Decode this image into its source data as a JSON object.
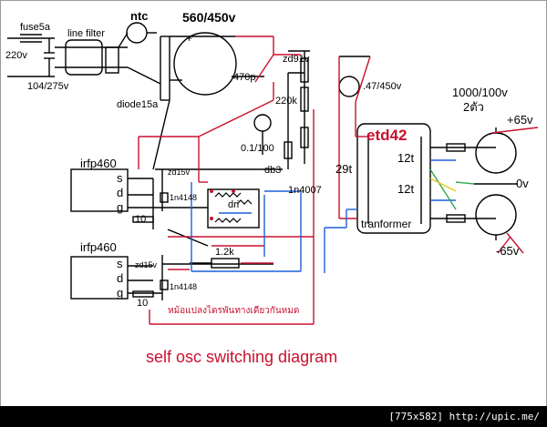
{
  "labels": {
    "fuse": "fuse5a",
    "line_voltage": "220v",
    "line_filter": "line filter",
    "ntc": "ntc",
    "main_cap": "560/450v",
    "cap_plus": "+",
    "x_cap": "104/275v",
    "diode": "diode15a",
    "cap_470p": "470p",
    "zener_91": "zd91v",
    "res_220k": "220k",
    "cap_047": ".47/450v",
    "out_cap": "1000/100v",
    "out_cap_qty": "2ตัว",
    "plus65": "+65v",
    "zero_v": "0v",
    "minus65": "-65v",
    "etd": "etd42",
    "winding_29t": "29t",
    "winding_12t_a": "12t",
    "winding_12t_b": "12t",
    "transformer": "tranformer",
    "cap_01": "0.1/100",
    "db3": "db3",
    "diode_1n4007": "1n4007",
    "fet_top": "irfp460",
    "fet_bottom": "irfp460",
    "pin_s": "s",
    "pin_d": "d",
    "pin_g": "g",
    "zd15_top": "zd15v",
    "zd15_bottom": "zd15v",
    "d1n4148_top": "1n4148",
    "d1n4148_bottom": "1n4148",
    "gate_r_top": "10",
    "gate_r_bottom": "10",
    "dri": "dri",
    "res_12k": "1.2k",
    "thai_note": "หม้อแปลงไดรพันทางเดียวกันหมด",
    "title": "self osc switching diagram"
  },
  "watermark": "[775x582] http://upic.me/",
  "colors": {
    "black": "#000000",
    "red": "#c8102e",
    "blue": "#1f5fd8",
    "green": "#2fa84f",
    "yellow": "#e6c619",
    "title_red": "#c8102e"
  }
}
